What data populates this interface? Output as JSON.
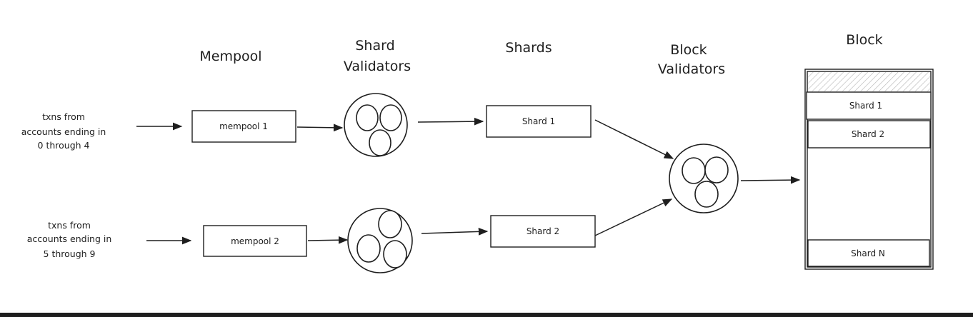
{
  "headers": {
    "mempool": "Mempool",
    "shard_validators": [
      "Shard",
      "Validators"
    ],
    "shards": "Shards",
    "block_validators": [
      "Block",
      "Validators"
    ],
    "block": "Block"
  },
  "sources": [
    [
      "txns from",
      "accounts ending in",
      "0 through 4"
    ],
    [
      "txns from",
      "accounts ending in",
      "5 through 9"
    ]
  ],
  "mempools": [
    "mempool 1",
    "mempool 2"
  ],
  "shards": [
    "Shard 1",
    "Shard 2"
  ],
  "block_shards": [
    "Shard 1",
    "Shard 2",
    "Shard N"
  ]
}
